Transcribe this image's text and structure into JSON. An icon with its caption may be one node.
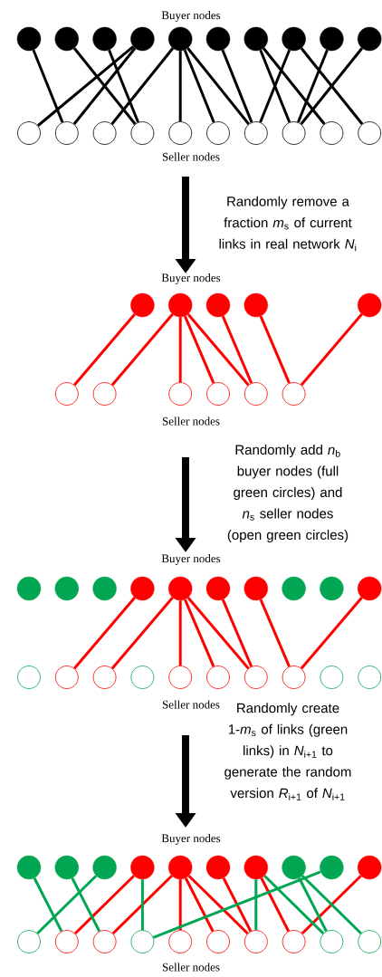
{
  "diagram": {
    "nodes": [
      {
        "text": [],
        "shape": "circle"
      },
      {
        "text": [],
        "shape": "circle"
      },
      {
        "text": [],
        "shape": "circle"
      },
      {
        "text": [],
        "shape": "circle"
      },
      {
        "text": [],
        "shape": "circle"
      },
      {
        "text": [],
        "shape": "circle"
      },
      {
        "text": [],
        "shape": "circle"
      },
      {
        "text": [],
        "shape": "circle"
      },
      {
        "text": [],
        "shape": "circle"
      },
      {
        "text": [],
        "shape": "circle"
      },
      {
        "text": [],
        "shape": "circle"
      },
      {
        "text": [],
        "shape": "circle"
      },
      {
        "text": [],
        "shape": "circle"
      },
      {
        "text": [],
        "shape": "circle"
      },
      {
        "text": [],
        "shape": "circle"
      },
      {
        "text": [],
        "shape": "circle"
      },
      {
        "text": [],
        "shape": "circle"
      },
      {
        "text": [],
        "shape": "circle"
      },
      {
        "text": [],
        "shape": "circle"
      },
      {
        "text": [],
        "shape": "circle"
      },
      {
        "text": [],
        "shape": "circle"
      },
      {
        "text": [],
        "shape": "circle"
      },
      {
        "text": [],
        "shape": "circle"
      },
      {
        "text": [],
        "shape": "circle"
      },
      {
        "text": [],
        "shape": "circle"
      },
      {
        "text": [],
        "shape": "circle"
      },
      {
        "text": [],
        "shape": "circle"
      },
      {
        "text": [],
        "shape": "circle"
      },
      {
        "text": [],
        "shape": "circle"
      },
      {
        "text": [],
        "shape": "circle"
      },
      {
        "text": [],
        "shape": "circle"
      },
      {
        "text": [],
        "shape": "circle"
      },
      {
        "text": [],
        "shape": "circle"
      },
      {
        "text": [],
        "shape": "circle"
      },
      {
        "text": [],
        "shape": "circle"
      },
      {
        "text": [],
        "shape": "circle"
      },
      {
        "text": [],
        "shape": "circle"
      },
      {
        "text": [],
        "shape": "circle"
      },
      {
        "text": [],
        "shape": "circle"
      },
      {
        "text": [],
        "shape": "circle"
      },
      {
        "text": [],
        "shape": "circle"
      },
      {
        "text": [],
        "shape": "circle"
      },
      {
        "text": [],
        "shape": "circle"
      },
      {
        "text": [],
        "shape": "circle"
      },
      {
        "text": [],
        "shape": "circle"
      },
      {
        "text": [],
        "shape": "circle"
      },
      {
        "text": [],
        "shape": "circle"
      },
      {
        "text": [],
        "shape": "circle"
      },
      {
        "text": [],
        "shape": "circle"
      },
      {
        "text": [],
        "shape": "circle"
      },
      {
        "text": [],
        "shape": "circle"
      },
      {
        "text": [],
        "shape": "circle"
      },
      {
        "text": [],
        "shape": "circle"
      },
      {
        "text": [],
        "shape": "circle"
      },
      {
        "text": [],
        "shape": "circle"
      },
      {
        "text": [],
        "shape": "circle"
      },
      {
        "text": [],
        "shape": "circle"
      },
      {
        "text": [],
        "shape": "circle"
      },
      {
        "text": [],
        "shape": "circle"
      },
      {
        "text": [],
        "shape": "circle"
      },
      {
        "text": [],
        "shape": "circle"
      },
      {
        "text": [],
        "shape": "circle"
      },
      {
        "text": [],
        "shape": "circle"
      },
      {
        "text": [],
        "shape": "circle"
      },
      {
        "text": [],
        "shape": "circle"
      },
      {
        "text": [],
        "shape": "circle"
      },
      {
        "text": [],
        "shape": "circle"
      },
      {
        "text": [],
        "shape": "circle"
      },
      {
        "text": [],
        "shape": "circle"
      },
      {
        "text": [],
        "shape": "circle"
      },
      {
        "text": [],
        "shape": "circle"
      }
    ],
    "edges": [
      {
        "from": 0,
        "to": 11,
        "arrow": "none",
        "color": "#000000"
      },
      {
        "from": 1,
        "to": 13,
        "arrow": "none",
        "color": "#000000"
      },
      {
        "from": 2,
        "to": 13,
        "arrow": "none",
        "color": "#000000"
      },
      {
        "from": 3,
        "to": 10,
        "arrow": "none",
        "color": "#000000"
      },
      {
        "from": 3,
        "to": 11,
        "arrow": "none",
        "color": "#000000"
      },
      {
        "from": 4,
        "to": 12,
        "arrow": "none",
        "color": "#000000"
      },
      {
        "from": 4,
        "to": 14,
        "arrow": "none",
        "color": "#000000"
      },
      {
        "from": 4,
        "to": 15,
        "arrow": "none",
        "color": "#000000"
      },
      {
        "from": 4,
        "to": 16,
        "arrow": "none",
        "color": "#000000"
      },
      {
        "from": 5,
        "to": 16,
        "arrow": "none",
        "color": "#000000"
      },
      {
        "from": 6,
        "to": 17,
        "arrow": "none",
        "color": "#000000"
      },
      {
        "from": 6,
        "to": 18,
        "arrow": "none",
        "color": "#000000"
      },
      {
        "from": 7,
        "to": 16,
        "arrow": "none",
        "color": "#000000"
      },
      {
        "from": 7,
        "to": 19,
        "arrow": "none",
        "color": "#000000"
      },
      {
        "from": 8,
        "to": 17,
        "arrow": "none",
        "color": "#000000"
      },
      {
        "from": 9,
        "to": 17,
        "arrow": "none",
        "color": "#000000"
      },
      {
        "from": 20,
        "to": 25,
        "arrow": "none"
      },
      {
        "from": 21,
        "to": 26,
        "arrow": "none"
      },
      {
        "from": 21,
        "to": 27,
        "arrow": "none"
      },
      {
        "from": 21,
        "to": 28,
        "arrow": "none"
      },
      {
        "from": 21,
        "to": 29,
        "arrow": "none"
      },
      {
        "from": 22,
        "to": 29,
        "arrow": "none"
      },
      {
        "from": 23,
        "to": 30,
        "arrow": "none"
      },
      {
        "from": 24,
        "to": 30,
        "arrow": "none"
      },
      {
        "from": 34,
        "to": 42,
        "arrow": "none"
      },
      {
        "from": 35,
        "to": 43,
        "arrow": "none"
      },
      {
        "from": 35,
        "to": 45,
        "arrow": "none"
      },
      {
        "from": 35,
        "to": 46,
        "arrow": "none"
      },
      {
        "from": 35,
        "to": 47,
        "arrow": "none"
      },
      {
        "from": 36,
        "to": 47,
        "arrow": "none"
      },
      {
        "from": 37,
        "to": 48,
        "arrow": "none"
      },
      {
        "from": 40,
        "to": 48,
        "arrow": "none"
      },
      {
        "from": 54,
        "to": 62,
        "arrow": "none"
      },
      {
        "from": 55,
        "to": 63,
        "arrow": "none"
      },
      {
        "from": 55,
        "to": 65,
        "arrow": "none"
      },
      {
        "from": 55,
        "to": 66,
        "arrow": "none"
      },
      {
        "from": 55,
        "to": 67,
        "arrow": "none"
      },
      {
        "from": 56,
        "to": 67,
        "arrow": "none"
      },
      {
        "from": 57,
        "to": 68,
        "arrow": "none"
      },
      {
        "from": 60,
        "to": 68,
        "arrow": "none"
      },
      {
        "from": 51,
        "to": 62,
        "arrow": "none",
        "color": "#00a651"
      },
      {
        "from": 52,
        "to": 63,
        "arrow": "none",
        "color": "#00a651"
      },
      {
        "from": 53,
        "to": 61,
        "arrow": "none",
        "color": "#00a651"
      },
      {
        "from": 54,
        "to": 64,
        "arrow": "none",
        "color": "#00a651"
      },
      {
        "from": 59,
        "to": 64,
        "arrow": "none",
        "color": "#00a651"
      },
      {
        "from": 57,
        "to": 67,
        "arrow": "none",
        "color": "#00a651"
      },
      {
        "from": 57,
        "to": 69,
        "arrow": "none",
        "color": "#00a651"
      },
      {
        "from": 58,
        "to": 69,
        "arrow": "none",
        "color": "#00a651"
      },
      {
        "from": 58,
        "to": 70,
        "arrow": "none",
        "color": "#00a651"
      }
    ],
    "labels": [
      "Buyer nodes",
      "Seller nodes",
      "Randomly remove a fraction *m*$_{s}$ of current links in real network *N*$_{i}$",
      "Buyer nodes",
      "Seller nodes",
      "Randomly add *n*$_{b}$ buyer nodes (full green circles) and *n*$_{s}$ seller nodes (open green circles)",
      "Buyer nodes",
      "Seller nodes",
      "Randomly create 1-*m*$_{s}$ of links (green links) in *N*$_{i+1}$ to generate the random version *R*$_{i+1}$ of *N*$_{i+1}$",
      "Buyer nodes",
      "Seller nodes"
    ]
  }
}
